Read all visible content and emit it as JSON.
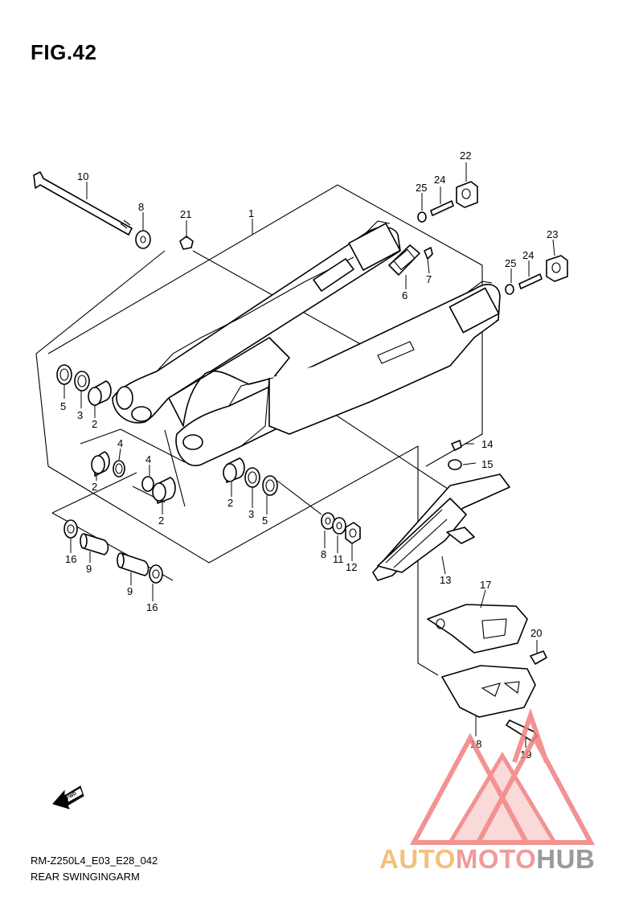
{
  "figure": {
    "title": "FIG.42",
    "model_code": "RM-Z250L4_E03_E28_042",
    "part_group": "REAR SWINGINGARM",
    "direction_badge": "FWD"
  },
  "watermark": {
    "brand_part1": "AUTO",
    "brand_part2": "MOTO",
    "brand_part3": "HUB",
    "colors": {
      "auto": "#f4c07a",
      "moto": "#f19a9a",
      "hub": "#9a9a9a",
      "logo": "#f08080"
    }
  },
  "callouts": {
    "c1": "1",
    "c2a": "2",
    "c2b": "2",
    "c2c": "2",
    "c2d": "2",
    "c3a": "3",
    "c3b": "3",
    "c4a": "4",
    "c4b": "4",
    "c5a": "5",
    "c5b": "5",
    "c6": "6",
    "c7": "7",
    "c8a": "8",
    "c8b": "8",
    "c9a": "9",
    "c9b": "9",
    "c10": "10",
    "c11": "11",
    "c12": "12",
    "c13": "13",
    "c14": "14",
    "c15": "15",
    "c16a": "16",
    "c16b": "16",
    "c17": "17",
    "c18": "18",
    "c19": "19",
    "c20": "20",
    "c21": "21",
    "c22": "22",
    "c23": "23",
    "c24a": "24",
    "c24b": "24",
    "c25a": "25",
    "c25b": "25"
  }
}
